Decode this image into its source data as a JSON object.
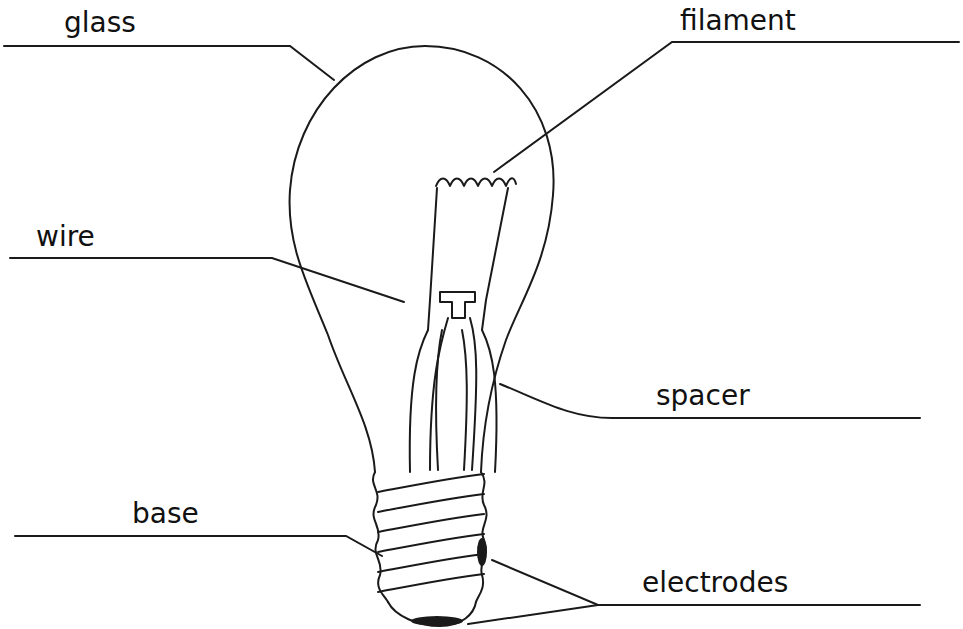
{
  "diagram": {
    "labels": [
      "glass",
      "filament",
      "wire",
      "spacer",
      "base",
      "electrodes"
    ]
  }
}
